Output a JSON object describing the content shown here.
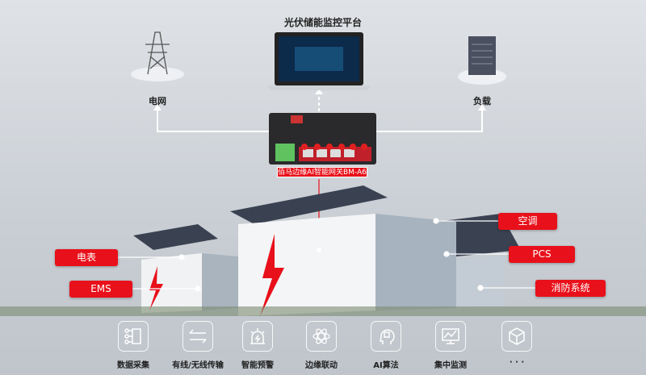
{
  "title": "光伏储能监控平台",
  "nodes": {
    "grid": "电网",
    "load": "负载"
  },
  "gateway": {
    "label": "佰马边缘AI智能网关BM-A6"
  },
  "tags": {
    "ac": "空调",
    "pcs": "PCS",
    "fire": "消防系统",
    "meter": "电表",
    "ems": "EMS"
  },
  "features": [
    {
      "label": "数据采集",
      "icon": "data-collect-icon"
    },
    {
      "label": "有线/无线传输",
      "icon": "transfer-arrows-icon"
    },
    {
      "label": "智能预警",
      "icon": "alarm-icon"
    },
    {
      "label": "边缘联动",
      "icon": "atom-icon"
    },
    {
      "label": "AI算法",
      "icon": "ai-head-icon"
    },
    {
      "label": "集中监测",
      "icon": "monitor-chart-icon"
    },
    {
      "label": "· · ·",
      "icon": "cube-icon"
    }
  ],
  "colors": {
    "accent": "#e8101a"
  }
}
